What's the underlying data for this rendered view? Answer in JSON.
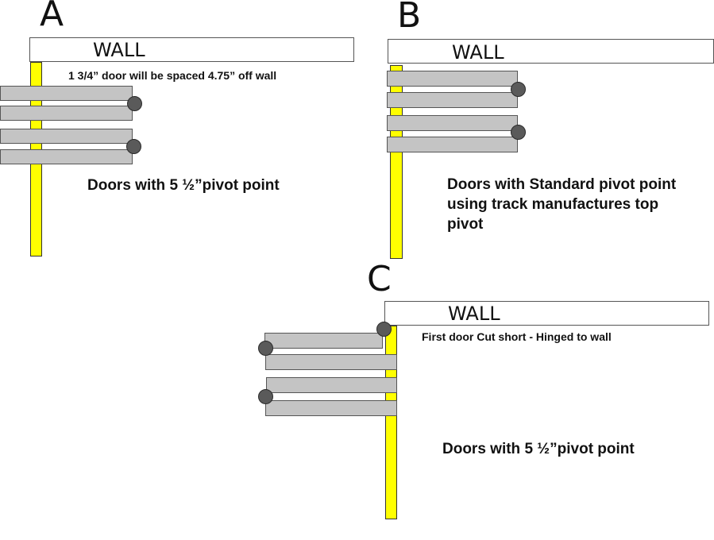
{
  "panel_a": {
    "letter": "A",
    "wall_label": "WALL",
    "note": "1 3/4” door will be spaced 4.75” off wall",
    "caption": "Doors with 5 ½”pivot point"
  },
  "panel_b": {
    "letter": "B",
    "wall_label": "WALL",
    "caption_lines": [
      "Doors with Standard pivot point",
      "using track manufactures top",
      "pivot"
    ]
  },
  "panel_c": {
    "letter": "C",
    "wall_label": "WALL",
    "note": "First door Cut short - Hinged to wall",
    "caption": "Doors with 5 ½”pivot point"
  },
  "colors": {
    "track": "#ffff00",
    "door": "#c4c4c4",
    "pivot": "#5a5a5a",
    "wall": "#ffffff"
  }
}
